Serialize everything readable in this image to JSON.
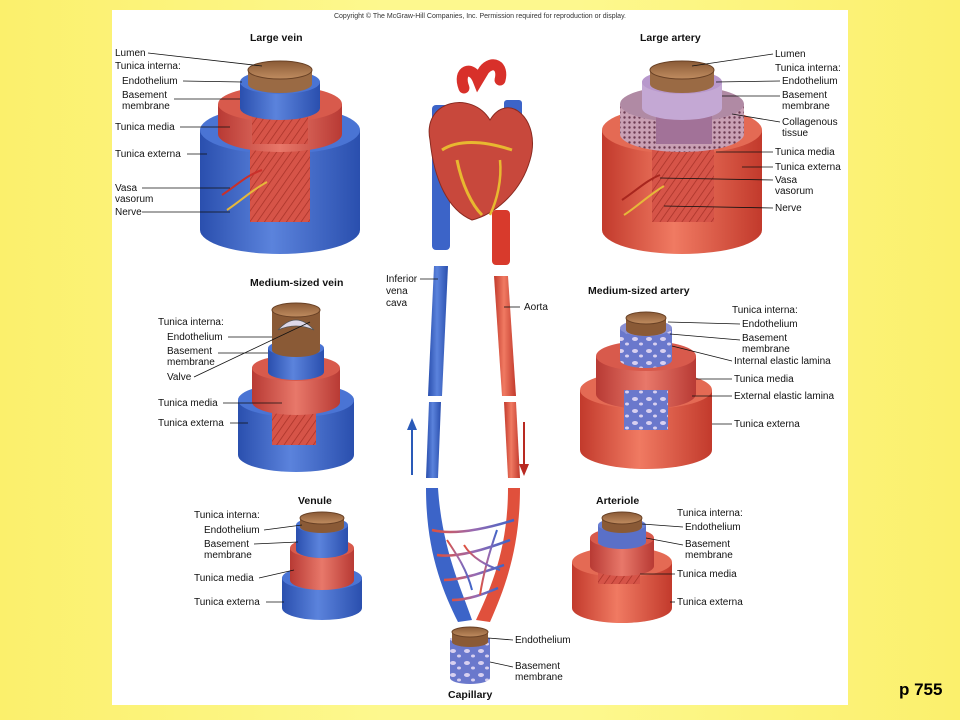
{
  "copyright": "Copyright © The McGraw-Hill Companies, Inc. Permission required for reproduction or display.",
  "page_number": "p 755",
  "colors": {
    "vein": "#3c64c8",
    "artery": "#e0503c",
    "muscle": "#c8463c",
    "background": "#fdf88e"
  },
  "large_vein": {
    "title": "Large vein",
    "lumen": "Lumen",
    "tunica_interna": "Tunica interna:",
    "endothelium": "Endothelium",
    "basement1": "Basement",
    "basement2": "membrane",
    "tunica_media": "Tunica media",
    "tunica_externa": "Tunica externa",
    "vasa1": "Vasa",
    "vasa2": "vasorum",
    "nerve": "Nerve"
  },
  "large_artery": {
    "title": "Large artery",
    "lumen": "Lumen",
    "tunica_interna": "Tunica interna:",
    "endothelium": "Endothelium",
    "basement1": "Basement",
    "basement2": "membrane",
    "collagen1": "Collagenous",
    "collagen2": "tissue",
    "tunica_media": "Tunica media",
    "tunica_externa": "Tunica externa",
    "vasa1": "Vasa",
    "vasa2": "vasorum",
    "nerve": "Nerve"
  },
  "medium_vein": {
    "title": "Medium-sized vein",
    "tunica_interna": "Tunica interna:",
    "endothelium": "Endothelium",
    "basement1": "Basement",
    "basement2": "membrane",
    "valve": "Valve",
    "tunica_media": "Tunica media",
    "tunica_externa": "Tunica externa"
  },
  "medium_artery": {
    "title": "Medium-sized artery",
    "tunica_interna": "Tunica interna:",
    "endothelium": "Endothelium",
    "basement1": "Basement",
    "basement2": "membrane",
    "internal_lamina": "Internal elastic lamina",
    "tunica_media": "Tunica media",
    "external_lamina": "External elastic lamina",
    "tunica_externa": "Tunica externa"
  },
  "venule": {
    "title": "Venule",
    "tunica_interna": "Tunica interna:",
    "endothelium": "Endothelium",
    "basement1": "Basement",
    "basement2": "membrane",
    "tunica_media": "Tunica media",
    "tunica_externa": "Tunica externa"
  },
  "arteriole": {
    "title": "Arteriole",
    "tunica_interna": "Tunica interna:",
    "endothelium": "Endothelium",
    "basement1": "Basement",
    "basement2": "membrane",
    "tunica_media": "Tunica media",
    "tunica_externa": "Tunica externa"
  },
  "center": {
    "ivc1": "Inferior",
    "ivc2": "vena",
    "ivc3": "cava",
    "aorta": "Aorta"
  },
  "capillary": {
    "title": "Capillary",
    "endothelium": "Endothelium",
    "basement1": "Basement",
    "basement2": "membrane"
  }
}
